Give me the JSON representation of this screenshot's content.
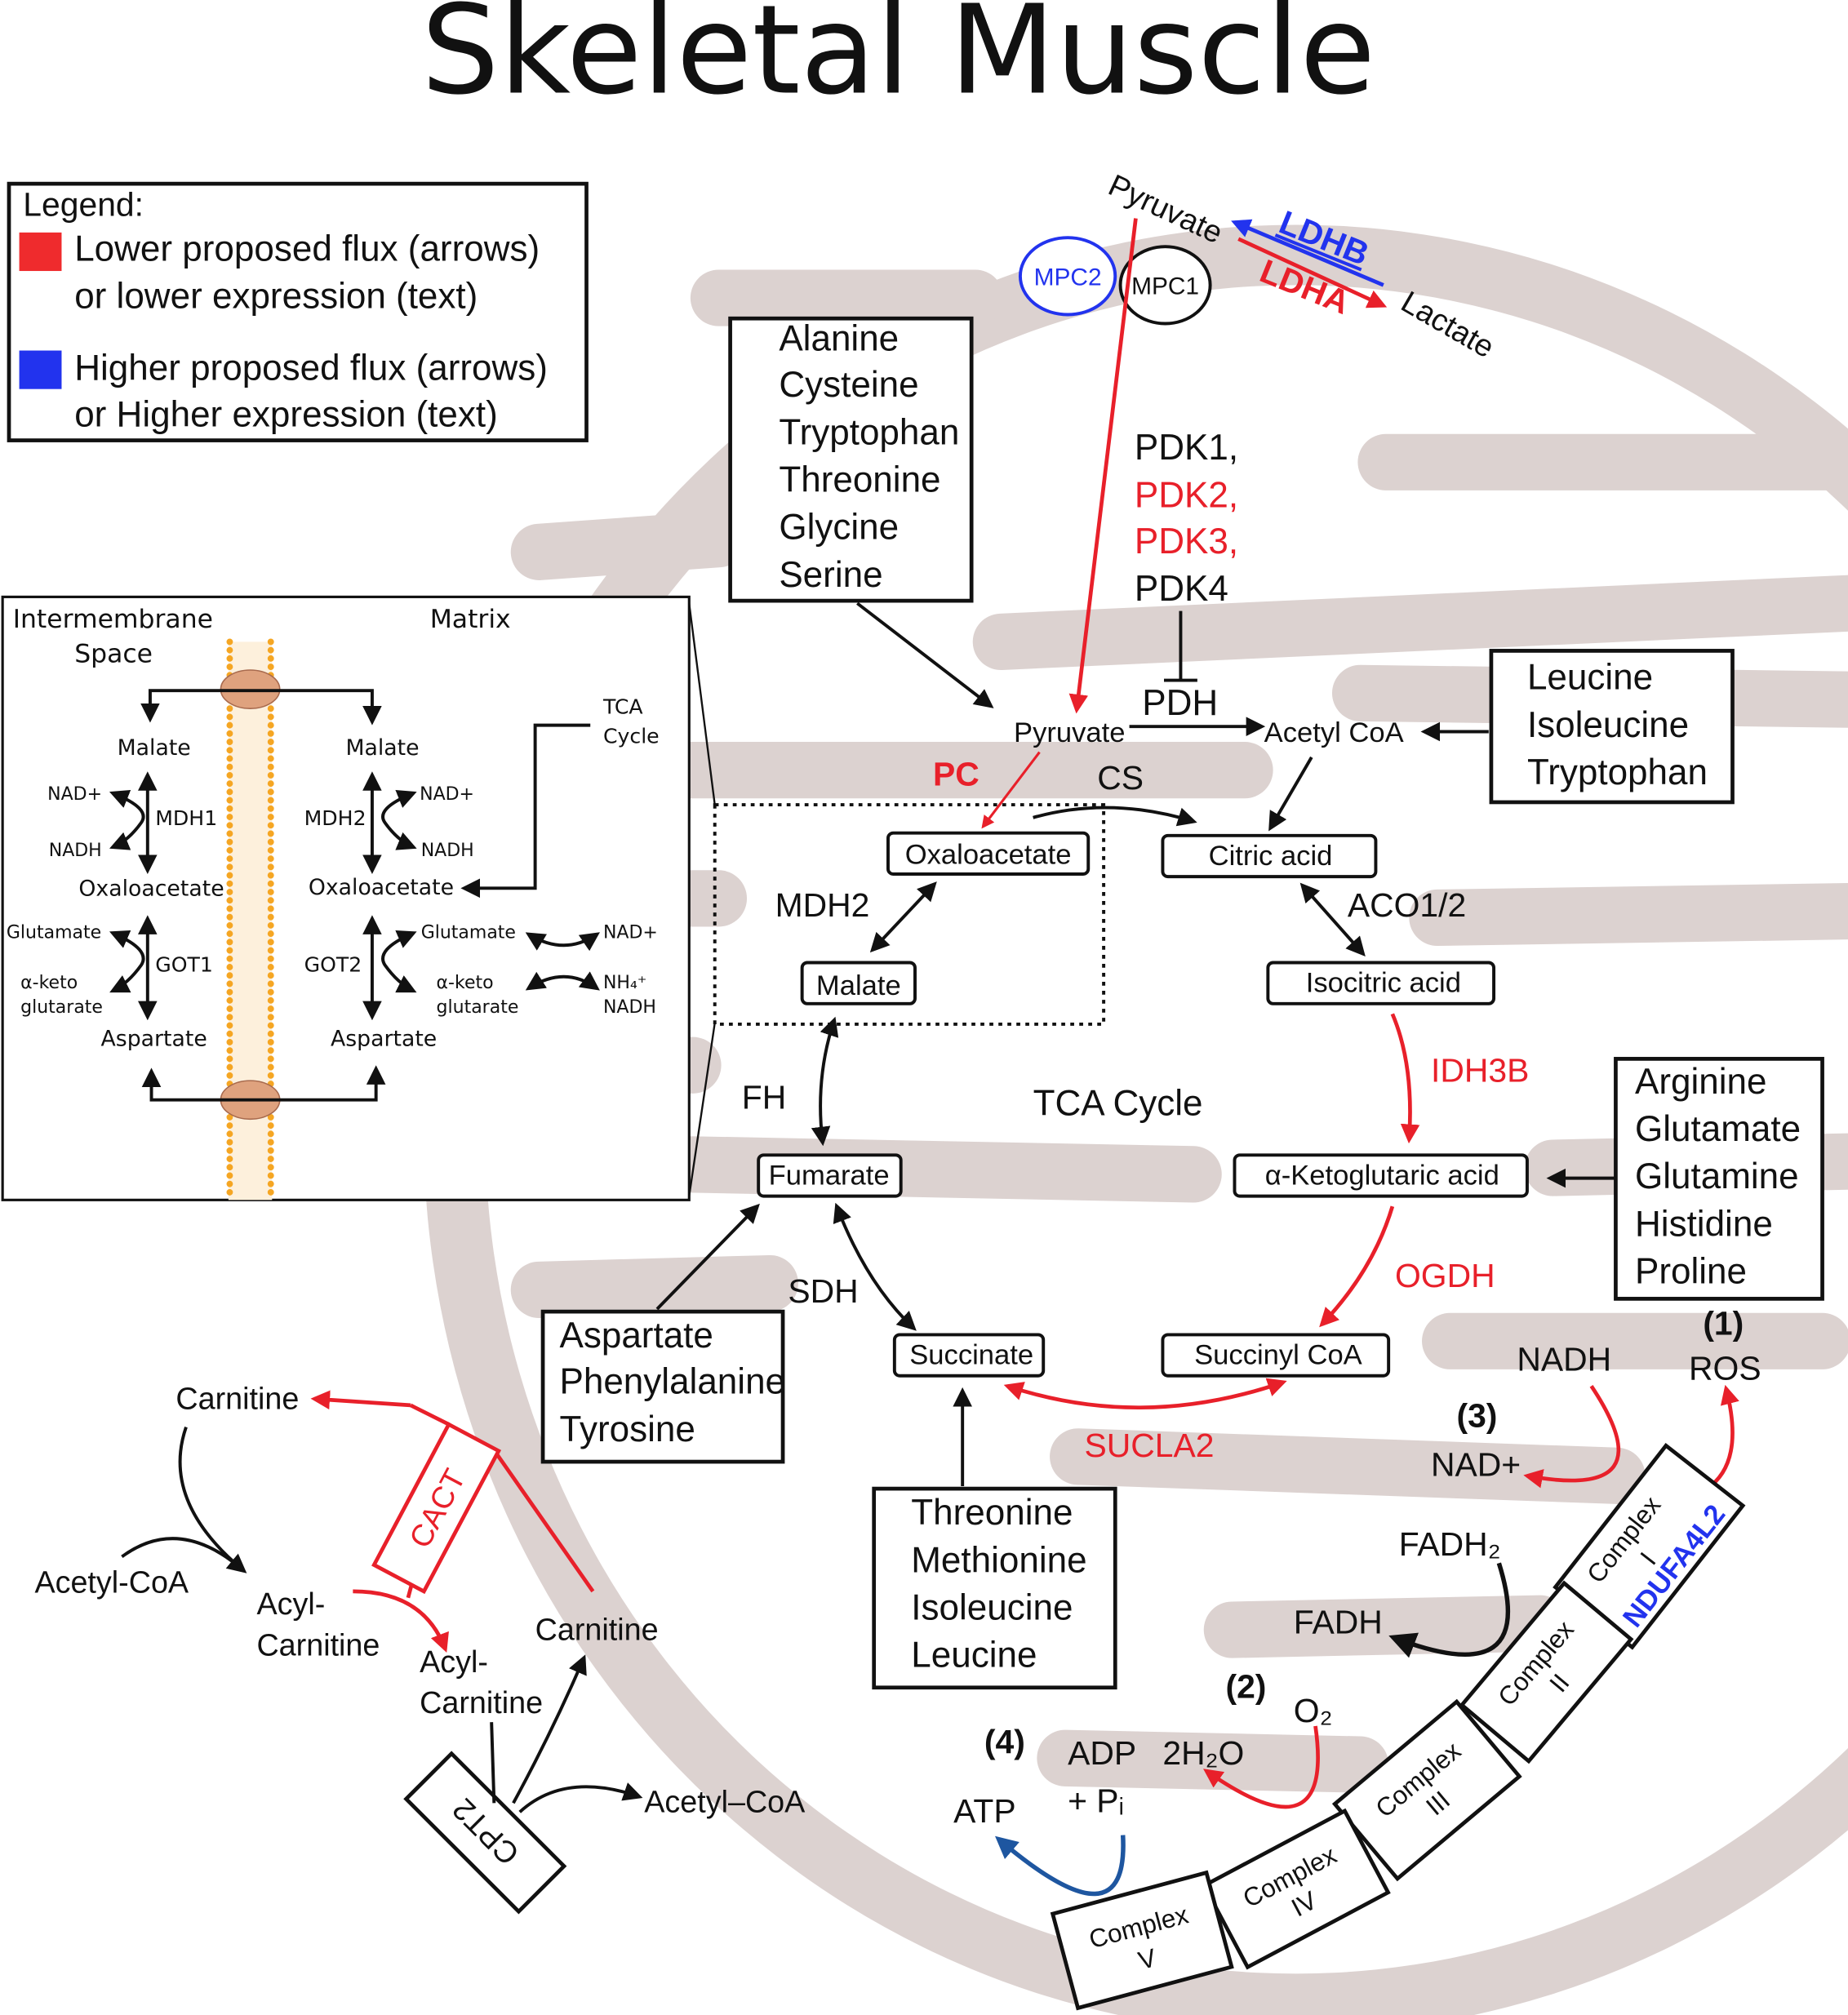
{
  "title": "Skeletal Muscle",
  "colors": {
    "lower": "#ef2b2d",
    "higher": "#2233ee",
    "membrane": "#dcd2d0",
    "lipid": "#f5a623"
  },
  "legend": {
    "heading": "Legend:",
    "lower_line1": "Lower proposed flux (arrows)",
    "lower_line2": "or lower expression (text)",
    "higher_line1": "Higher proposed flux (arrows)",
    "higher_line2": "or Higher expression (text)"
  },
  "inset": {
    "ims1": "Intermembrane",
    "ims2": "Space",
    "matrix": "Matrix",
    "malate_l": "Malate",
    "malate_r": "Malate",
    "oaa_l": "Oxaloacetate",
    "oaa_r": "Oxaloacetate",
    "asp_l": "Aspartate",
    "asp_r": "Aspartate",
    "mdh1": "MDH1",
    "mdh2": "MDH2",
    "got1": "GOT1",
    "got2": "GOT2",
    "nad_l": "NAD+",
    "nadh_l": "NADH",
    "nad_r": "NAD+",
    "nadh_r": "NADH",
    "glu_l": "Glutamate",
    "akg1_l": "α-keto",
    "akg2_l": "glutarate",
    "glu_r": "Glutamate",
    "akg1_r": "α-keto",
    "akg2_r": "glutarate",
    "nad_far": "NAD+",
    "nh4": "NH₄⁺",
    "nadh_far": "NADH",
    "tca1": "TCA",
    "tca2": "Cycle"
  },
  "top": {
    "pyruvate": "Pyruvate",
    "lactate": "Lactate",
    "ldhb": "LDHB",
    "ldha": "LDHA",
    "mpc2": "MPC2",
    "mpc1": "MPC1",
    "pdk": [
      "PDK1,",
      "PDK2,",
      "PDK3,",
      "PDK4"
    ],
    "pdh": "PDH"
  },
  "aa_boxes": {
    "box1": [
      "Alanine",
      "Cysteine",
      "Tryptophan",
      "Threonine",
      "Glycine",
      "Serine"
    ],
    "box2": [
      "Leucine",
      "Isoleucine",
      "Tryptophan"
    ],
    "box3": [
      "Arginine",
      "Glutamate",
      "Glutamine",
      "Histidine",
      "Proline"
    ],
    "box4": [
      "Aspartate",
      "Phenylalanine",
      "Tyrosine"
    ],
    "box5": [
      "Threonine",
      "Methionine",
      "Isoleucine",
      "Leucine"
    ]
  },
  "tca": {
    "pyruvate": "Pyruvate",
    "acetyl_coa": "Acetyl CoA",
    "pc": "PC",
    "cs": "CS",
    "oxaloacetate": "Oxaloacetate",
    "citric": "Citric acid",
    "mdh2": "MDH2",
    "aco": "ACO1/2",
    "malate": "Malate",
    "isocitric": "Isocitric acid",
    "idh3b": "IDH3B",
    "fh": "FH",
    "cycle": "TCA Cycle",
    "fumarate": "Fumarate",
    "akg": "α-Ketoglutaric acid",
    "ogdh": "OGDH",
    "sdh": "SDH",
    "succinate": "Succinate",
    "succinyl": "Succinyl CoA",
    "sucla2": "SUCLA2"
  },
  "etc": {
    "n1": "(1)",
    "ros": "ROS",
    "nadh": "NADH",
    "n3": "(3)",
    "nad": "NAD+",
    "fadh2": "FADH₂",
    "fadh": "FADH",
    "n2": "(2)",
    "o2": "O₂",
    "n4": "(4)",
    "adp": "ADP",
    "pi": "+ Pᵢ",
    "h2o": "2H₂O",
    "atp": "ATP",
    "complex": "Complex",
    "c1": "I",
    "c2": "II",
    "c3": "III",
    "c4": "IV",
    "c5": "V",
    "ndufa4l2": "NDUFA4L2"
  },
  "carnitine": {
    "carnitine_out": "Carnitine",
    "acetyl_coa_out": "Acetyl-CoA",
    "acyl1": "Acyl-",
    "acyl2": "Carnitine",
    "cact": "CACT",
    "acyl_in1": "Acyl-",
    "acyl_in2": "Carnitine",
    "carnitine_in": "Carnitine",
    "cpt2": "CPT2",
    "acetyl_coa_in": "Acetyl–CoA"
  }
}
